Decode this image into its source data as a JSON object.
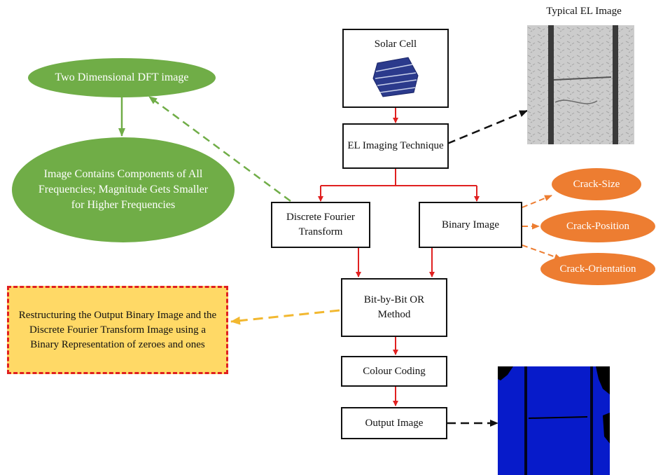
{
  "nodes": {
    "solar_cell": "Solar Cell",
    "el_imaging": "EL Imaging Technique",
    "dft": "Discrete Fourier Transform",
    "binary_image": "Binary Image",
    "bit_or": "Bit-by-Bit OR Method",
    "colour_coding": "Colour Coding",
    "output_image": "Output Image"
  },
  "green_ellipses": {
    "dft_image": "Two Dimensional DFT image",
    "components": "Image Contains Components of All Frequencies; Magnitude Gets Smaller for Higher Frequencies"
  },
  "orange_ellipses": {
    "size": "Crack-Size",
    "position": "Crack-Position",
    "orientation": "Crack-Orientation"
  },
  "note": "Restructuring the Output Binary Image and the Discrete Fourier Transform Image using a Binary Representation of zeroes and ones",
  "el_caption": "Typical EL Image",
  "colors": {
    "flow_arrow": "#e02020",
    "green": "#70ad47",
    "orange": "#ed7d31",
    "note_fill": "#ffd966",
    "note_arrow": "#f2b830"
  }
}
